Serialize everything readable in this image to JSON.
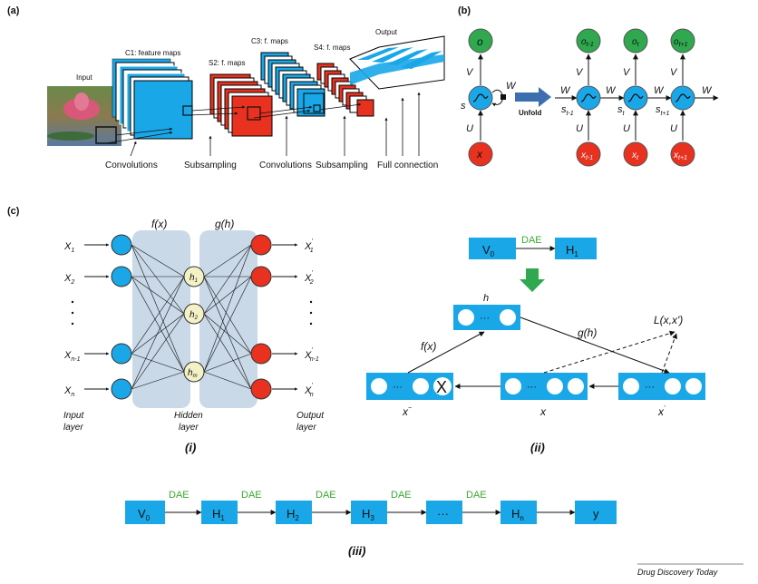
{
  "panel_labels": {
    "a": "(a)",
    "b": "(b)",
    "c": "(c)"
  },
  "colors": {
    "blue": "#19a7e8",
    "red": "#e8321f",
    "green": "#2fa84f",
    "cream": "#f3f1c5",
    "panel_bg": "#c9d9e8",
    "dae_green": "#3aa832"
  },
  "cnn": {
    "input": "Input",
    "c1": "C1: feature maps",
    "s2": "S2: f. maps",
    "c3": "C3: f. maps",
    "s4": "S4: f. maps",
    "output": "Output",
    "stages": [
      "Convolutions",
      "Subsampling",
      "Convolutions",
      "Subsampling",
      "Full connection"
    ]
  },
  "rnn": {
    "o": "o",
    "s": "s",
    "x": "x",
    "V": "V",
    "U": "U",
    "W": "W",
    "unfold": "Unfold",
    "o_tm1": "o",
    "o_tm1_sub": "t-1",
    "o_t": "o",
    "o_t_sub": "t",
    "o_tp1": "o",
    "o_tp1_sub": "t+1",
    "s_tm1": "s",
    "s_tm1_sub": "t-1",
    "s_t": "s",
    "s_t_sub": "t",
    "s_tp1": "s",
    "s_tp1_sub": "t+1",
    "x_tm1": "x",
    "x_tm1_sub": "t-1",
    "x_t": "x",
    "x_t_sub": "t",
    "x_tp1": "x",
    "x_tp1_sub": "t+1"
  },
  "ae": {
    "fx": "f(x)",
    "gh": "g(h)",
    "inputs": [
      {
        "v": "X",
        "s": "1"
      },
      {
        "v": "X",
        "s": "2"
      },
      {
        "v": "X",
        "s": "n-1"
      },
      {
        "v": "X",
        "s": "n"
      }
    ],
    "outputs": [
      {
        "v": "X",
        "s": "1"
      },
      {
        "v": "X",
        "s": "2"
      },
      {
        "v": "X",
        "s": "n-1"
      },
      {
        "v": "X",
        "s": "n"
      }
    ],
    "hidden": [
      {
        "v": "h",
        "s": "1"
      },
      {
        "v": "h",
        "s": "2"
      },
      {
        "v": "h",
        "s": "m"
      }
    ],
    "prime": "'",
    "input_layer_1": "Input",
    "input_layer_2": "layer",
    "hidden_layer_1": "Hidden",
    "hidden_layer_2": "layer",
    "output_layer_1": "Output",
    "output_layer_2": "layer",
    "caption": "(i)"
  },
  "dae": {
    "v0": "V",
    "v0_sub": "0",
    "h1": "H",
    "h1_sub": "1",
    "dae": "DAE",
    "h": "h",
    "fx": "f(x)",
    "gh": "g(h)",
    "loss": "L(x,x')",
    "dots": "···",
    "xmark": "X",
    "x_tilde": "x",
    "x_tilde_sup": "~",
    "x": "x",
    "x_prime": "x",
    "x_prime_sup": "'",
    "caption": "(ii)"
  },
  "stack": {
    "boxes": [
      {
        "v": "V",
        "s": "0"
      },
      {
        "v": "H",
        "s": "1"
      },
      {
        "v": "H",
        "s": "2"
      },
      {
        "v": "H",
        "s": "3"
      },
      {
        "v": "···",
        "s": ""
      },
      {
        "v": "H",
        "s": "n"
      },
      {
        "v": "y",
        "s": ""
      }
    ],
    "dae": "DAE",
    "caption": "(iii)"
  },
  "footer": "Drug Discovery Today"
}
